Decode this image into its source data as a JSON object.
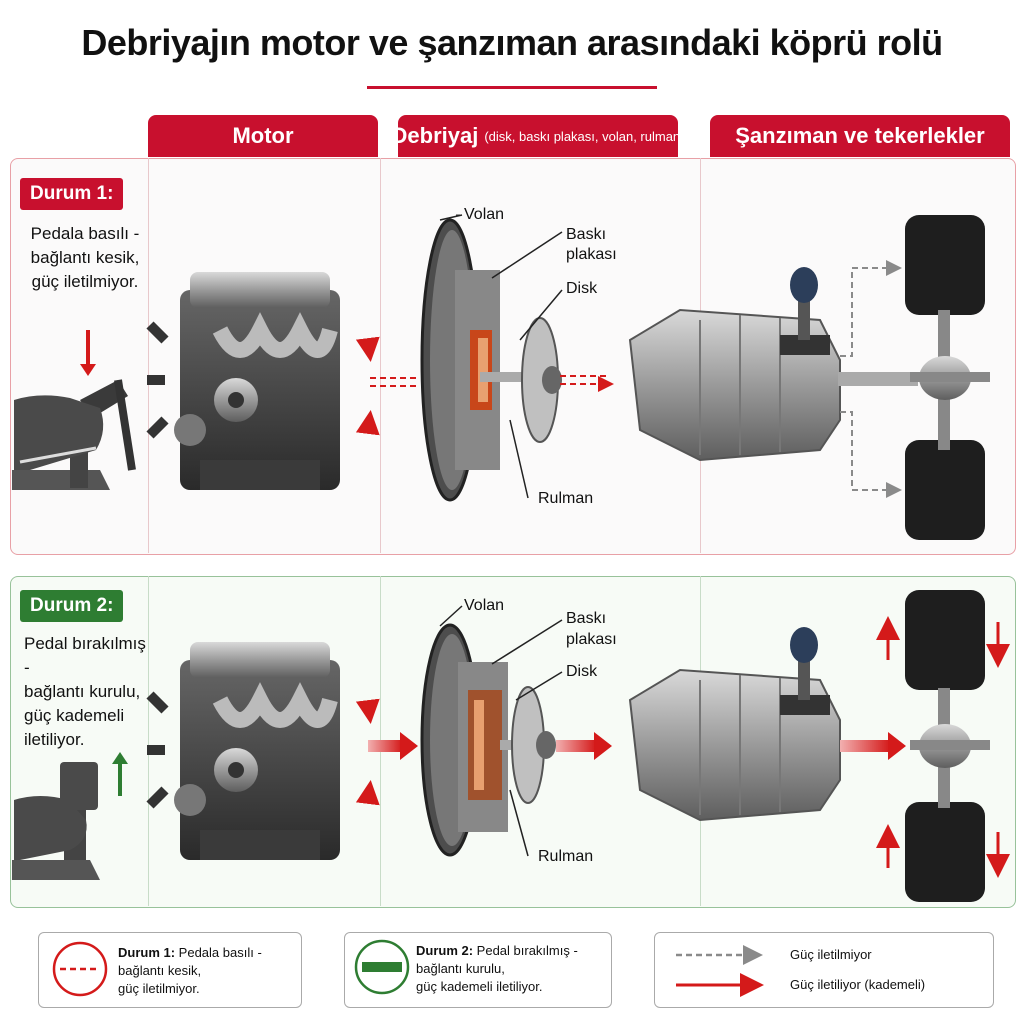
{
  "title": "Debriyajın motor ve şanzıman arasındaki köprü rolü",
  "columns": {
    "motor": "Motor",
    "clutch": "Debriyaj",
    "clutch_sub": "(disk, baskı plakası, volan, rulman)",
    "trans": "Şanzıman ve tekerlekler"
  },
  "state1": {
    "badge": "Durum 1:",
    "line1": "Pedala basılı -",
    "line2": "bağlantı kesik,",
    "line3": "güç iletilmiyor."
  },
  "state2": {
    "badge": "Durum 2:",
    "line1": "Pedal bırakılmış -",
    "line2": "bağlantı kurulu,",
    "line3": "güç kademeli",
    "line4": "iletiliyor."
  },
  "parts": {
    "volan": "Volan",
    "baski1": "Baskı",
    "baski2": "plakası",
    "disk": "Disk",
    "rulman": "Rulman"
  },
  "legend": {
    "l1_bold": "Durum 1:",
    "l1_rest": " Pedala basılı -",
    "l1_line2": "bağlantı kesik,",
    "l1_line3": "güç iletilmiyor.",
    "l2_bold": "Durum 2:",
    "l2_rest": " Pedal bırakılmış -",
    "l2_line2": "bağlantı kurulu,",
    "l2_line3": "güç kademeli iletiliyor.",
    "dashed": "Güç iletilmiyor",
    "solid": "Güç iletiliyor (kademeli)"
  },
  "colors": {
    "red": "#c8102e",
    "green": "#2e7d32",
    "grey": "#8a8a8a"
  }
}
